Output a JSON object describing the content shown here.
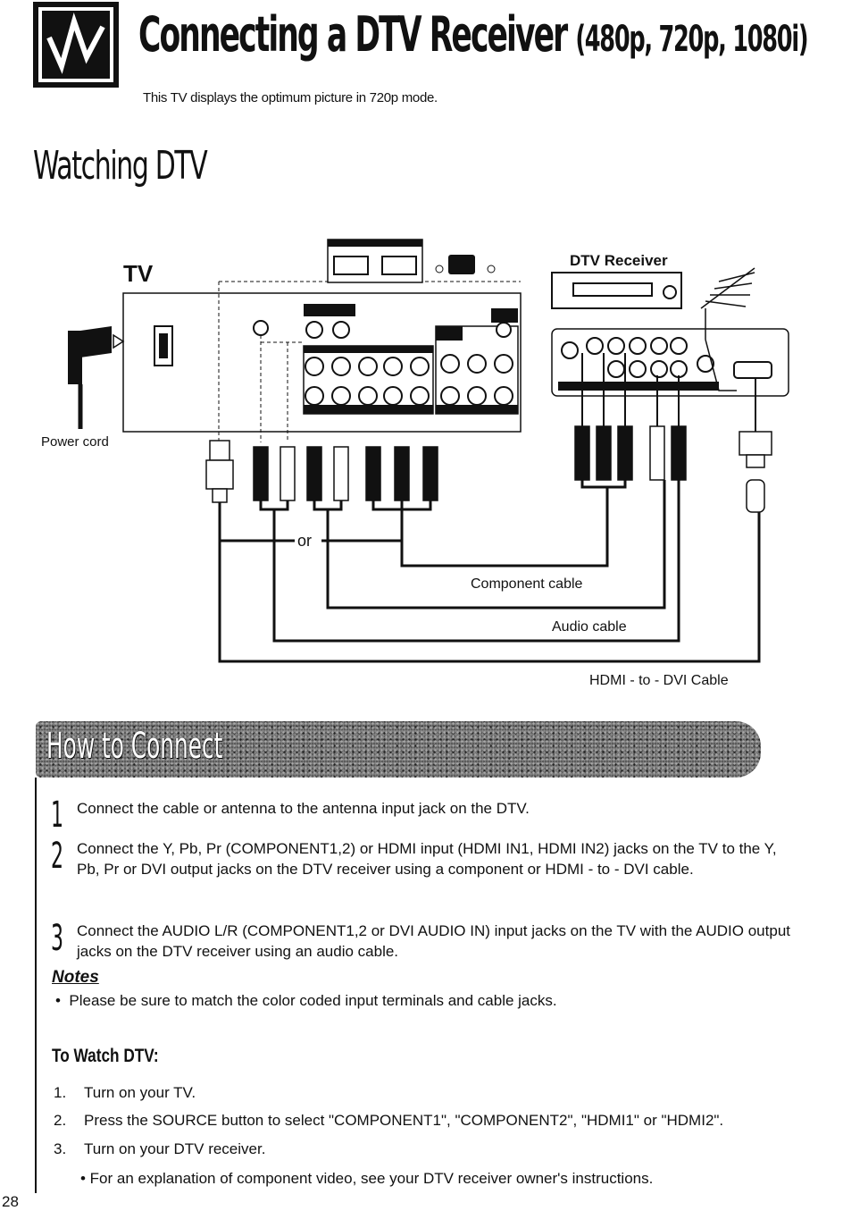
{
  "header": {
    "title_main": "Connecting a DTV Receiver",
    "title_paren": "(480p, 720p, 1080i)",
    "subtitle": "This TV displays the optimum picture in 720p mode."
  },
  "section_title": "Watching DTV",
  "diagram": {
    "tv_label": "TV",
    "receiver_label": "DTV Receiver",
    "power_cord_label": "Power cord",
    "or_label": "or",
    "component_cable_label": "Component cable",
    "audio_cable_label": "Audio cable",
    "hdmi_cable_label": "HDMI - to - DVI Cable"
  },
  "how_to_connect": {
    "title": "How to Connect",
    "steps": [
      {
        "num": "1",
        "text": "Connect the cable or antenna to the antenna input jack on the DTV."
      },
      {
        "num": "2",
        "text": "Connect the Y, Pb, Pr (COMPONENT1,2) or HDMI input (HDMI IN1, HDMI IN2) jacks on the TV to the Y, Pb, Pr or DVI output jacks on the DTV receiver using a component or HDMI - to - DVI cable."
      },
      {
        "num": "3",
        "text": "Connect the AUDIO L/R (COMPONENT1,2 or DVI AUDIO IN) input jacks on the TV with the AUDIO output jacks on the DTV receiver using an audio cable."
      }
    ]
  },
  "notes": {
    "heading": "Notes",
    "bullet": "•",
    "items": [
      "Please be sure to match the color coded input terminals and cable jacks."
    ]
  },
  "to_watch": {
    "heading": "To Watch DTV:",
    "items": [
      {
        "num": "1.",
        "text": "Turn on your TV."
      },
      {
        "num": "2.",
        "text": "Press the SOURCE button to select \"COMPONENT1\", \"COMPONENT2\", \"HDMI1\" or \"HDMI2\"."
      },
      {
        "num": "3.",
        "text": "Turn on your DTV receiver."
      }
    ],
    "sub_item": "• For an explanation of component video, see your DTV receiver owner's instructions."
  },
  "page_number": "28"
}
